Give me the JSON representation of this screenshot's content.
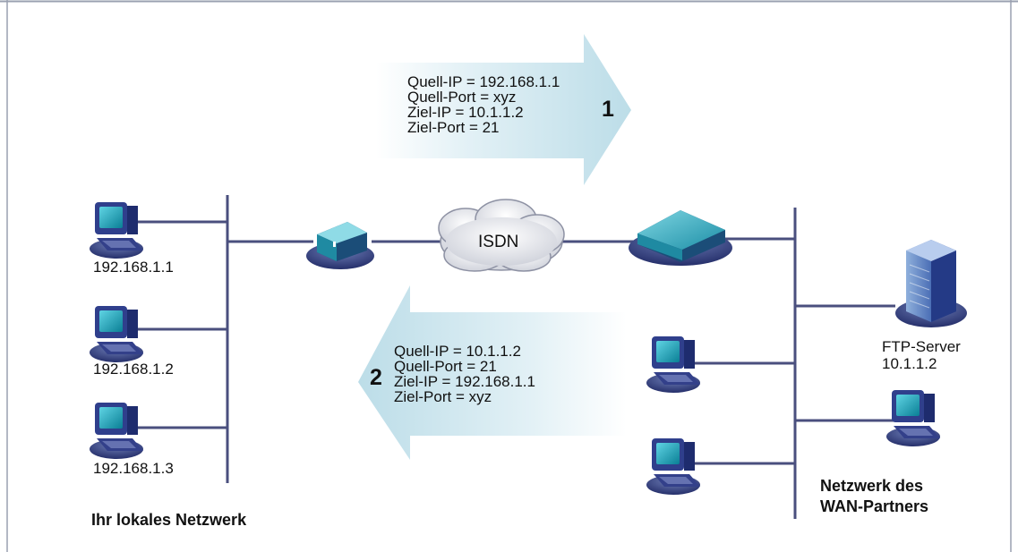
{
  "arrow_out": {
    "number": "1",
    "lines": [
      "Quell-IP = 192.168.1.1",
      "Quell-Port = xyz",
      "Ziel-IP = 10.1.1.2",
      "Ziel-Port = 21"
    ]
  },
  "arrow_back": {
    "number": "2",
    "lines": [
      "Quell-IP = 10.1.1.2",
      "Quell-Port = 21",
      "Ziel-IP = 192.168.1.1",
      "Ziel-Port = xyz"
    ]
  },
  "local_network": {
    "title": "Ihr lokales Netzwerk",
    "hosts": [
      "192.168.1.1",
      "192.168.1.2",
      "192.168.1.3"
    ]
  },
  "cloud_label": "ISDN",
  "wan_network": {
    "title_line1": "Netzwerk des",
    "title_line2": "WAN-Partners",
    "server_name": "FTP-Server",
    "server_ip": "10.1.1.2"
  },
  "colors": {
    "line": "#4a4f7e",
    "arrow_fill": "#cfe8f0",
    "monitor_screen": "#1aa0b5",
    "device_shadow": "#1d2a66"
  }
}
